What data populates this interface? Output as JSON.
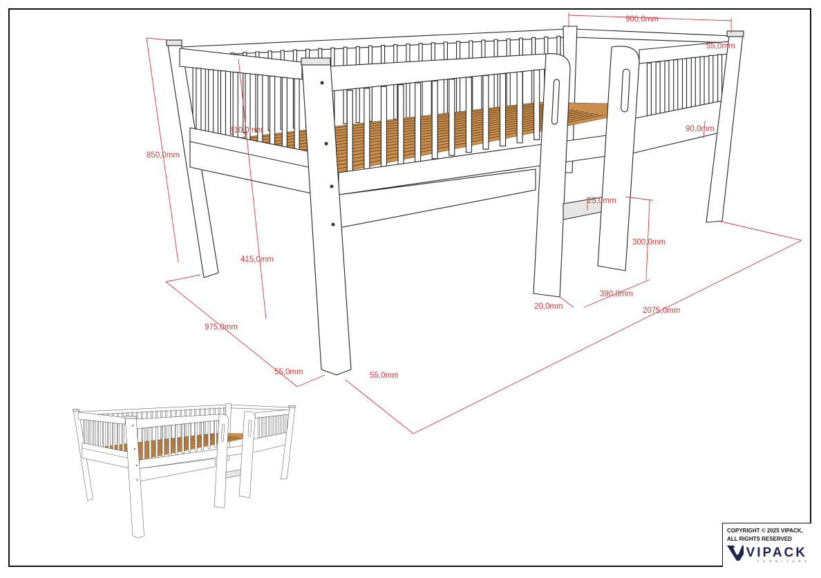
{
  "dimensions": {
    "width_top": "900,0mm",
    "rail_height_top": "55,0mm",
    "lower_rail_height": "90,0mm",
    "total_height": "850,0mm",
    "guard_height": "410,0mm",
    "underbed_height": "415,0mm",
    "depth": "975,0mm",
    "post_width_a": "55,0mm",
    "post_width_b": "55,0mm",
    "length": "2075,0mm",
    "rung_thickness": "25,0mm",
    "rung_height": "300,0mm",
    "ladder_width": "390,0mm",
    "ladder_thickness": "20,0mm"
  },
  "footer": {
    "copyright_line1": "COPYRIGHT © 2025 VIPACK,",
    "copyright_line2": "ALL RIGHTS RESERVED",
    "brand": "VIPACK",
    "brand_sub": "FURNITURE"
  },
  "colors": {
    "dimension": "#d43c3c",
    "slats": "#c98f4e",
    "brand": "#1e2350"
  }
}
